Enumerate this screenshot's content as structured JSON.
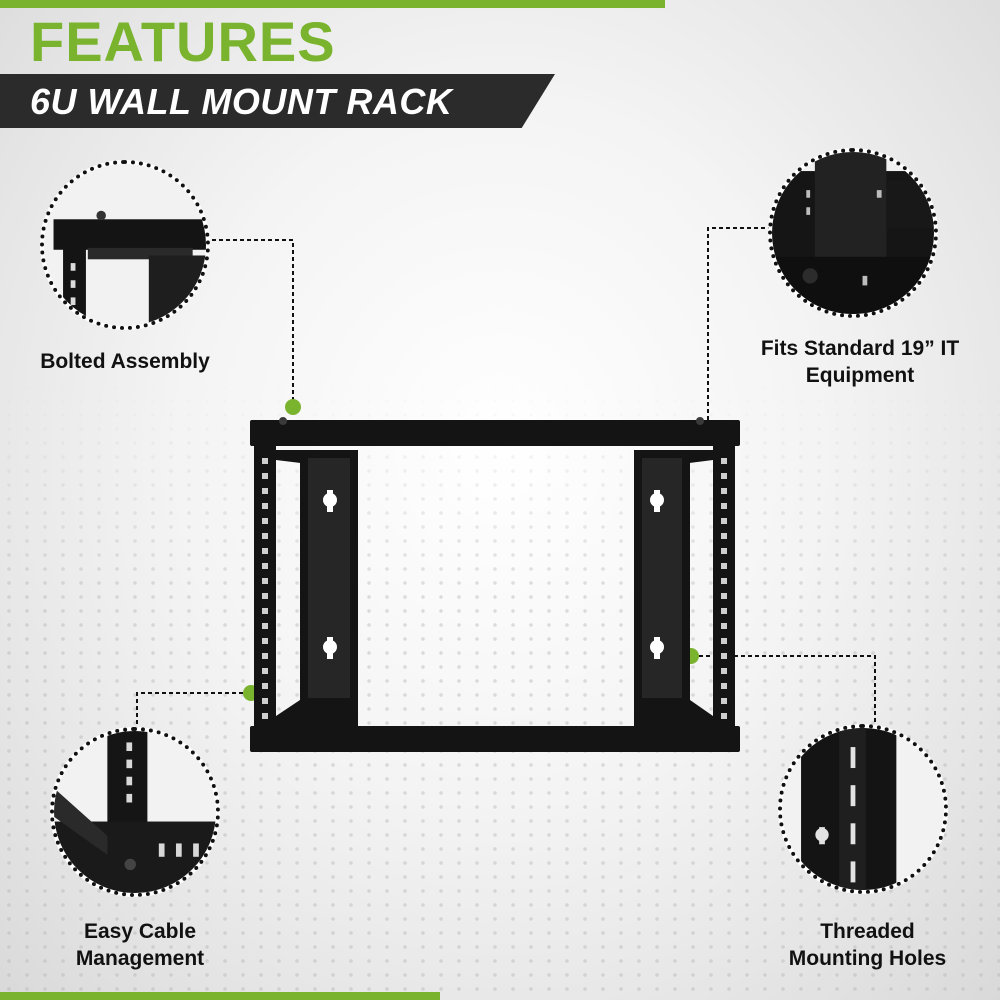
{
  "header": {
    "title": "FEATURES",
    "subtitle": "6U WALL MOUNT RACK"
  },
  "colors": {
    "accent": "#7ab32e",
    "banner": "#2b2b2b",
    "rack": "#141414"
  },
  "features": [
    {
      "id": "bolted",
      "label_lines": [
        "Bolted Assembly"
      ]
    },
    {
      "id": "fits",
      "label_lines": [
        "Fits Standard 19” IT",
        "Equipment"
      ]
    },
    {
      "id": "cable",
      "label_lines": [
        "Easy Cable",
        "Management"
      ]
    },
    {
      "id": "threaded",
      "label_lines": [
        "Threaded",
        "Mounting Holes"
      ]
    }
  ]
}
